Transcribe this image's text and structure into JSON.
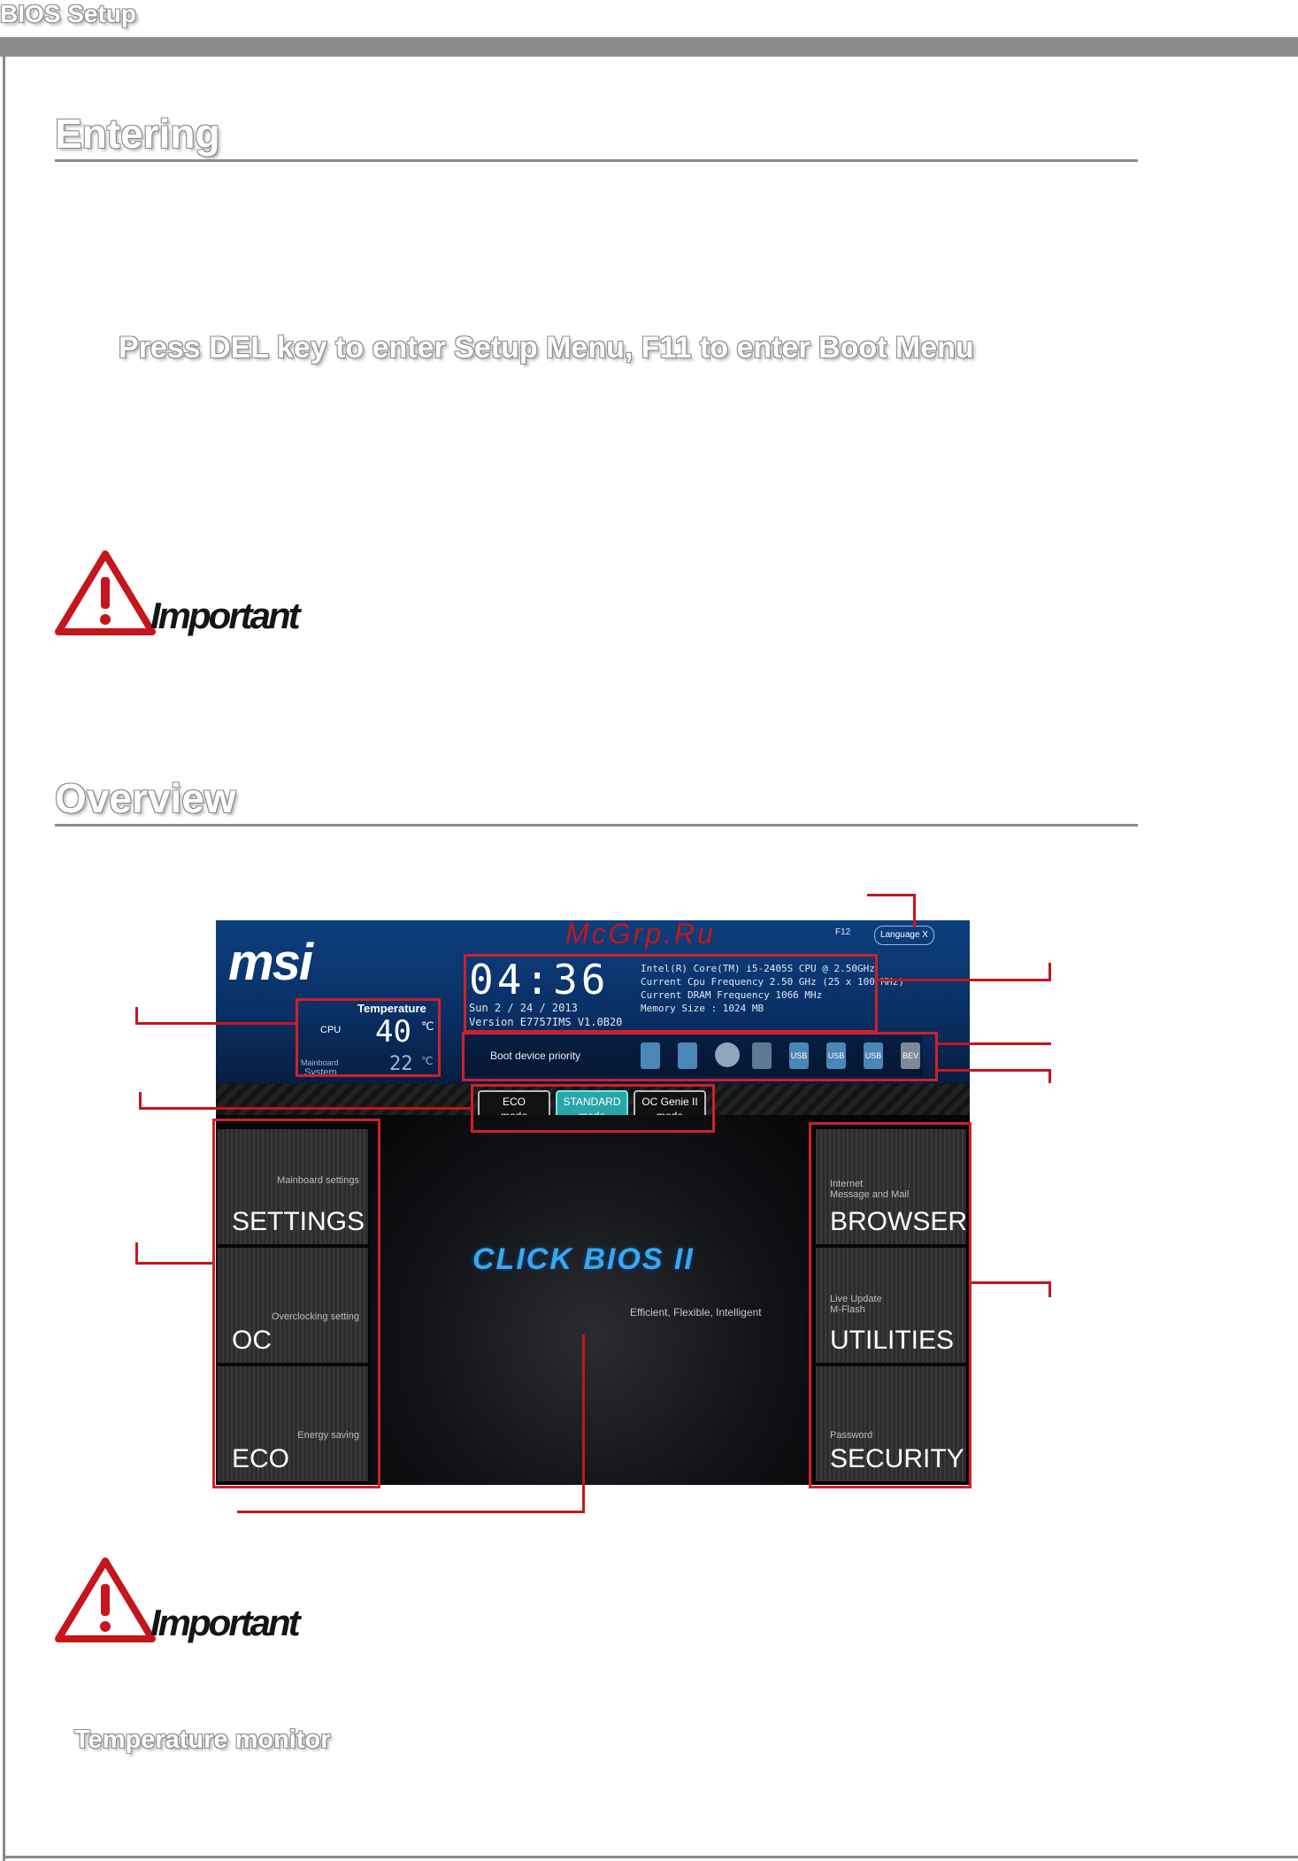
{
  "header": {
    "running_head": "BIOS Setup"
  },
  "sections": {
    "entering": {
      "title": "Entering"
    },
    "overview": {
      "title": "Overview"
    }
  },
  "entering": {
    "press_line": "Press DEL key to enter Setup Menu, F11 to enter Boot Menu"
  },
  "important": {
    "label": "Important"
  },
  "temperature_monitor": {
    "label": "Temperature monitor"
  },
  "bios_screen": {
    "logo": "msi",
    "watermark": "McGrp.Ru",
    "f12": "F12",
    "language_button": "Language   X",
    "clock": "04:36",
    "date": "Sun  2 / 24 / 2013",
    "version": "Version E7757IMS V1.0B20",
    "cpu_info": [
      "Intel(R) Core(TM) i5-2405S CPU @ 2.50GHz",
      "Current Cpu Frequency 2.50 GHz (25 x 100 MHz)",
      "Current DRAM Frequency 1066 MHz",
      "Memory Size : 1024 MB"
    ],
    "temperature": {
      "title": "Temperature",
      "cpu_label": "CPU",
      "cpu_value": "40",
      "unit": "℃",
      "mainboard_label": "Mainboard",
      "system_label": "System",
      "system_value": "22"
    },
    "boot_priority_label": "Boot device priority",
    "boot_devices": [
      "USB",
      "USB",
      "USB",
      "BEV"
    ],
    "modes": {
      "eco": [
        "ECO",
        "mode"
      ],
      "standard": [
        "STANDARD",
        "mode"
      ],
      "ocgenie": [
        "OC Genie II",
        "mode"
      ]
    },
    "left_tiles": [
      {
        "sub": "Mainboard settings",
        "title": "SETTINGS"
      },
      {
        "sub": "Overclocking setting",
        "title": "OC"
      },
      {
        "sub": "Energy saving",
        "title": "ECO"
      }
    ],
    "right_tiles": [
      {
        "sub": "Internet\nMessage and Mail",
        "title": "BROWSER"
      },
      {
        "sub": "Live Update\nM-Flash",
        "title": "UTILITIES"
      },
      {
        "sub": "Password",
        "title": "SECURITY"
      }
    ],
    "center_title": "CLICK BIOS II",
    "tagline": "Efficient, Flexible, Intelligent"
  },
  "colors": {
    "callout_red": "#c4161c",
    "rule_gray": "#8a8a8a",
    "bios_blue": "#0d3f7e"
  }
}
